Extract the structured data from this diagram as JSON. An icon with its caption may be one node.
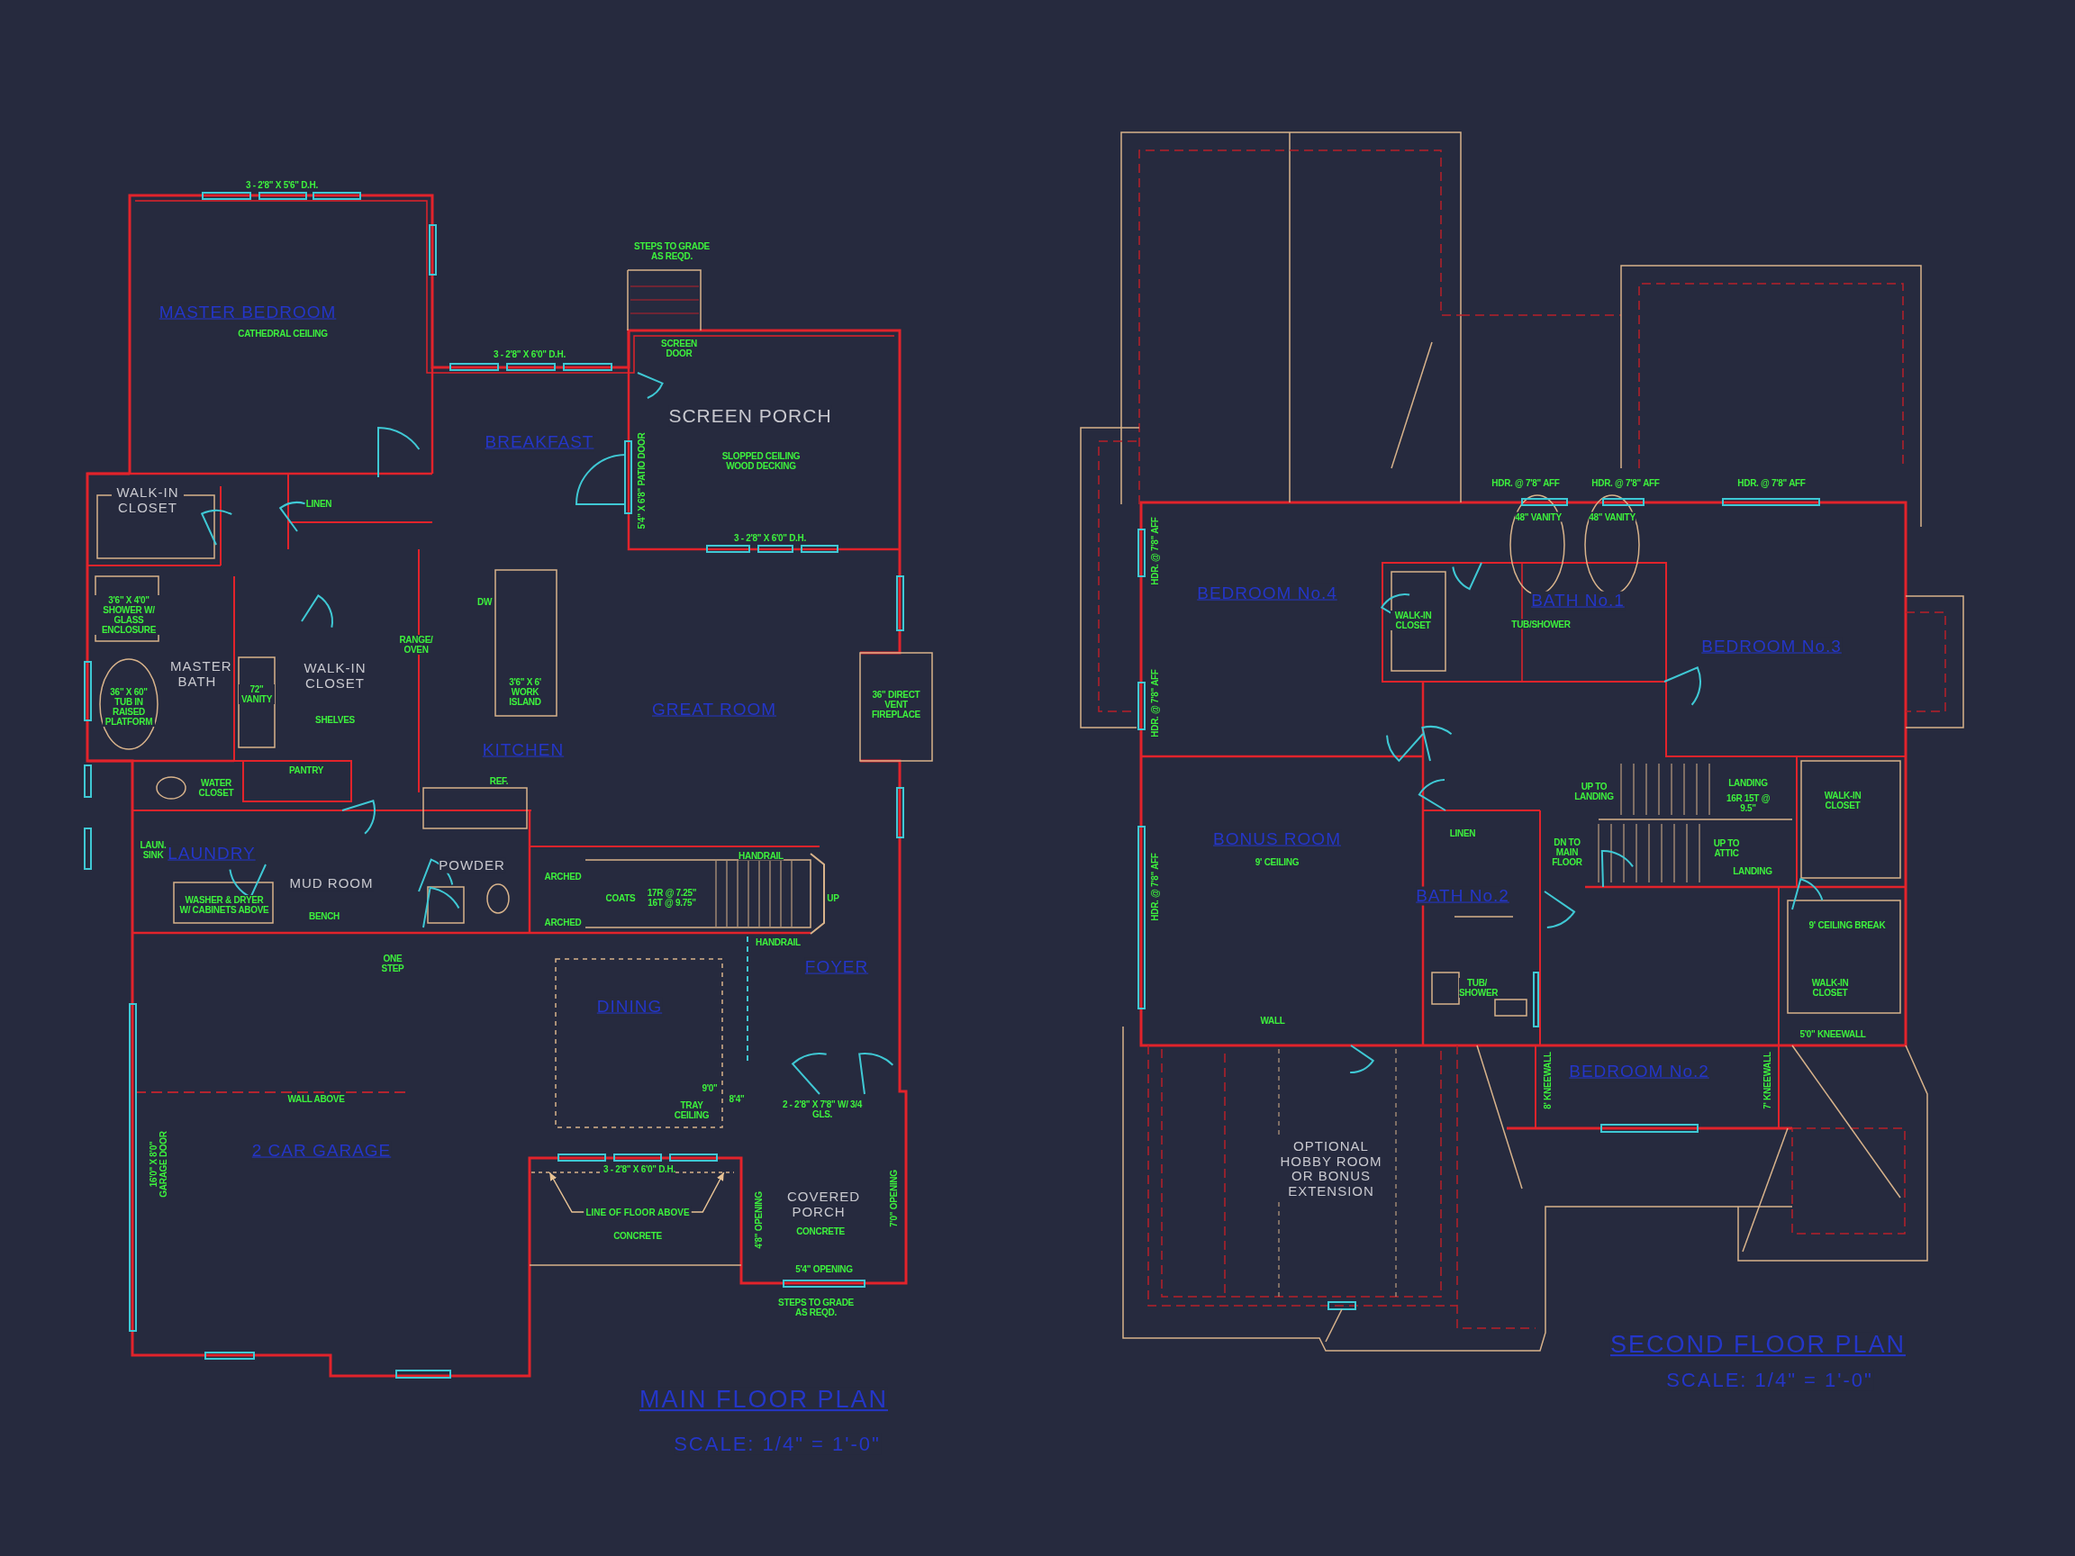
{
  "diagram": {
    "nodes": [
      {
        "text": [
          "LINE OF FLOOR ABOVE"
        ]
      },
      {
        "text": [],
        "shape": "line"
      }
    ],
    "edges": [
      {
        "from": 0,
        "to": 1,
        "arrow": "to"
      },
      {
        "from": 0,
        "to": 1,
        "arrow": "to"
      }
    ],
    "labels": [
      "3 - 2'8\" X 5'6\" D.H.",
      "MASTER BEDROOM",
      "CATHEDRAL CEILING",
      "STEPS TO GRADE AS REQD.",
      "SCREEN DOOR",
      "3 - 2'8\" X 6'0\" D.H.",
      "SCREEN PORCH",
      "BREAKFAST",
      "SLOPPED CEILING WOOD DECKING",
      "5'4\" X 6'8\" PATIO DOOR",
      "WALK-IN CLOSET",
      "LINEN",
      "3 - 2'8\" X 6'0\" D.H.",
      "DW",
      "3'6\" X 4'0\" SHOWER W/ GLASS ENCLOSURE",
      "RANGE/ OVEN",
      "MASTER BATH",
      "WALK-IN CLOSET",
      "72\" VANITY",
      "3'6\" X 6' WORK ISLAND",
      "36\" DIRECT VENT FIREPLACE",
      "36\" X 60\" TUB IN RAISED PLATFORM",
      "GREAT ROOM",
      "SHELVES",
      "KITCHEN",
      "PANTRY",
      "REF.",
      "WATER CLOSET",
      "HANDRAIL",
      "LAUN. SINK",
      "LAUNDRY",
      "POWDER",
      "ARCHED",
      "MUD ROOM",
      "COATS",
      "17R @ 7.25\" 16T @ 9.75\"",
      "UP",
      "WASHER & DRYER W/ CABINETS ABOVE",
      "BENCH",
      "ARCHED",
      "HANDRAIL",
      "ONE STEP",
      "FOYER",
      "DINING",
      "9'0\"",
      "2 - 2'8\" X 7'8\" W/ 3/4 GLS.",
      "WALL ABOVE",
      "8'4\"",
      "TRAY CEILING",
      "2 CAR GARAGE",
      "16'0\" X 8'0\" GARAGE DOOR",
      "3 - 2'8\" X 6'0\" D.H.",
      "7'0\" OPENING",
      "COVERED PORCH",
      "4'8\" OPENING",
      "CONCRETE",
      "CONCRETE",
      "5'4\" OPENING",
      "STEPS TO GRADE AS REQD.",
      "MAIN FLOOR PLAN",
      "SCALE: 1/4\" = 1'-0\"",
      "HDR. @ 7'8\" AFF",
      "HDR. @ 7'8\" AFF",
      "HDR. @ 7'8\" AFF",
      "48\" VANITY",
      "48\" VANITY",
      "HDR. @ 7'8\" AFF",
      "BEDROOM No.4",
      "BATH No.1",
      "WALK-IN CLOSET",
      "TUB/SHOWER",
      "BEDROOM No.3",
      "HDR. @ 7'8\" AFF",
      "UP TO LANDING",
      "LANDING",
      "16R 15T @ 9.5\"",
      "WALK-IN CLOSET",
      "BONUS ROOM",
      "LINEN",
      "DN TO MAIN FLOOR",
      "UP TO ATTIC",
      "9' CEILING",
      "LANDING",
      "HDR. @ 7'8\" AFF",
      "BATH No.2",
      "9' CEILING BREAK",
      "TUB/ SHOWER",
      "WALK-IN CLOSET",
      "WALL",
      "5'0\" KNEEWALL",
      "BEDROOM No.2",
      "8' KNEEWALL",
      "7' KNEEWALL",
      "OPTIONAL HOBBY ROOM OR BONUS EXTENSION",
      "SECOND FLOOR PLAN",
      "SCALE: 1/4\" = 1'-0\""
    ]
  }
}
